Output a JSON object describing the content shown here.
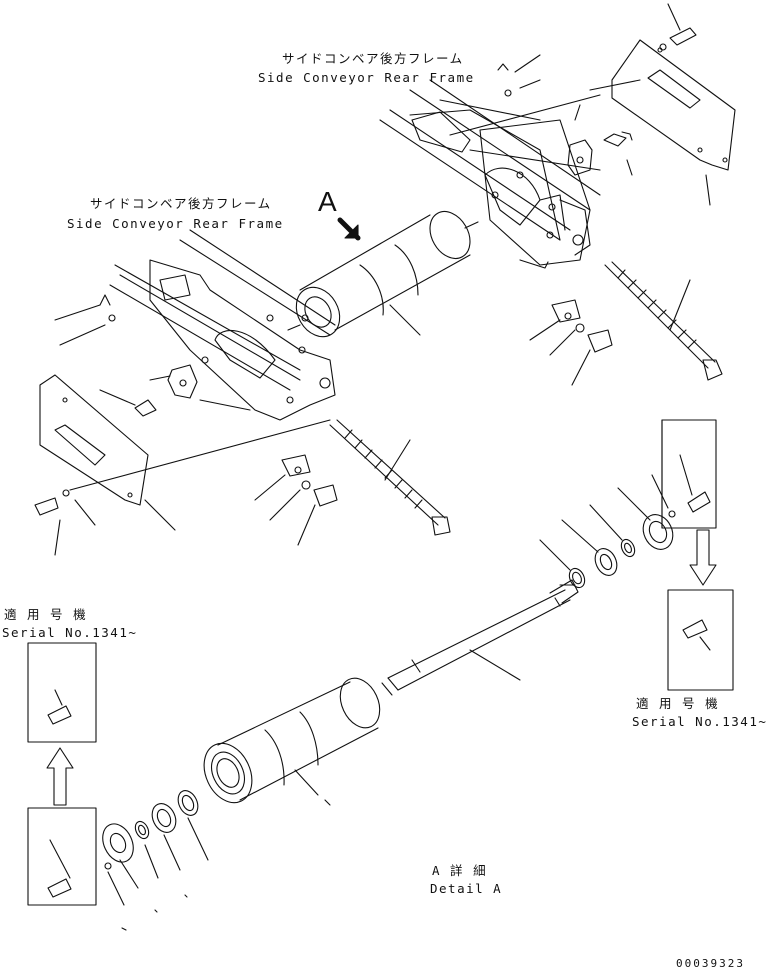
{
  "labels": {
    "top_frame_jp": "サイドコンベア後方フレーム",
    "top_frame_en": "Side Conveyor Rear Frame",
    "mid_frame_jp": "サイドコンベア後方フレーム",
    "mid_frame_en": "Side Conveyor Rear Frame",
    "view_marker": "A",
    "left_serial_jp": "適 用 号 機",
    "left_serial_en": "Serial No.1341~",
    "right_serial_jp": "適 用 号 機",
    "right_serial_en": "Serial No.1341~",
    "detail_jp": "A 詳 細",
    "detail_en": "Detail A",
    "drawing_code": "00039323"
  }
}
